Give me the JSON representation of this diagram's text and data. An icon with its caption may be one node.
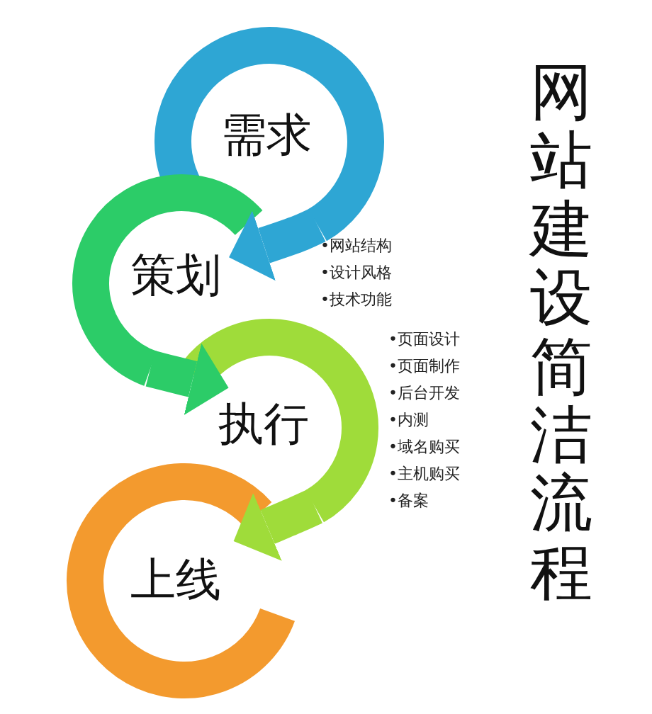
{
  "diagram": {
    "title": "网站建设简洁流程",
    "nodes": [
      {
        "text": [
          "需求"
        ]
      },
      {
        "text": [
          "策划"
        ]
      },
      {
        "text": [
          "执行"
        ]
      },
      {
        "text": [
          "上线"
        ]
      }
    ],
    "edges": [
      {
        "from": 0,
        "to": 1,
        "arrow": "to",
        "color": "#2ea6d4"
      },
      {
        "from": 1,
        "to": 2,
        "arrow": "to",
        "color": "#2ccc68"
      },
      {
        "from": 2,
        "to": 3,
        "arrow": "to",
        "color": "#9fdc3a"
      }
    ],
    "labels": [
      "•网站结构",
      "•设计风格",
      "•技术功能",
      "•页面设计",
      "•页面制作",
      "•后台开发",
      "•内测",
      "•域名购买",
      "•主机购买",
      "•备案"
    ]
  }
}
